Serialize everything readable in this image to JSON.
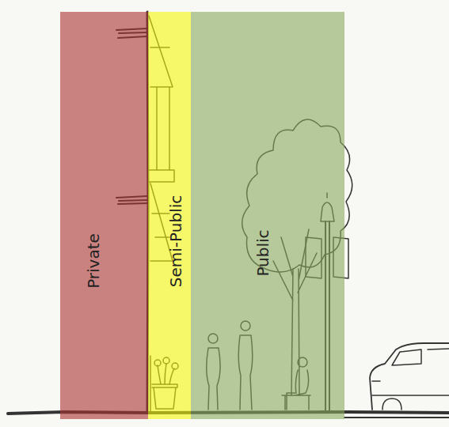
{
  "diagram": {
    "nodes": [
      {
        "text": [
          "Private"
        ]
      },
      {
        "text": [
          "Semi-Public"
        ]
      },
      {
        "text": [
          "Public"
        ]
      }
    ]
  }
}
